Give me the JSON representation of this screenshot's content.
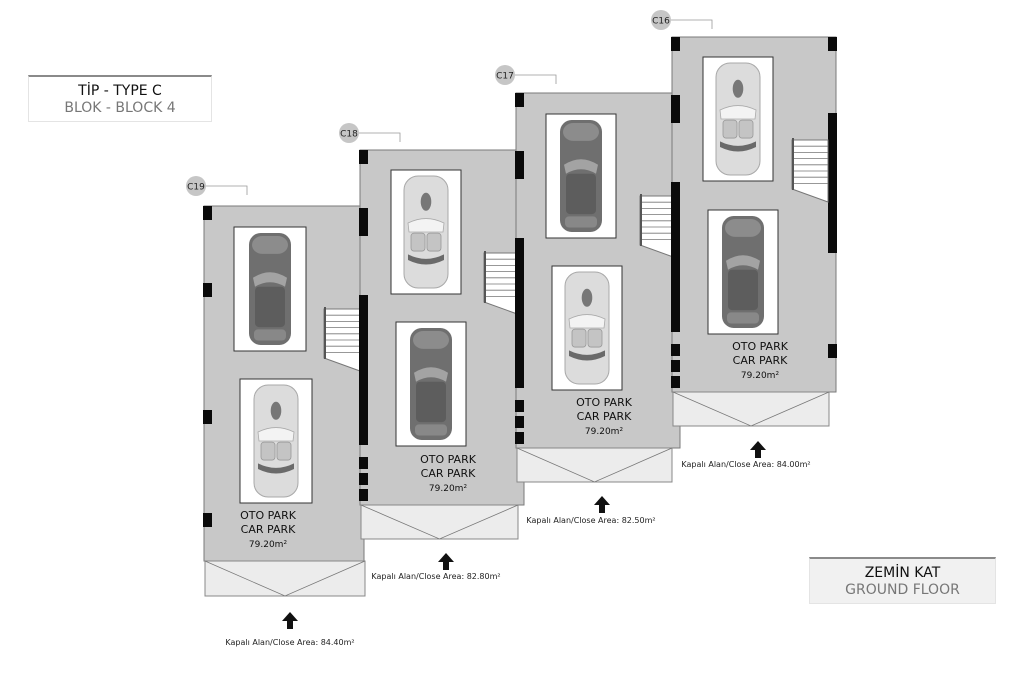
{
  "type_box": {
    "line1": "TİP - TYPE C",
    "line2": "BLOK - BLOCK 4"
  },
  "floor_box": {
    "line1": "ZEMİN KAT",
    "line2": "GROUND FLOOR"
  },
  "units": [
    {
      "id": "C19",
      "label_tr": "OTO PARK",
      "label_en": "CAR PARK",
      "area": "79.20m²",
      "close_area": "Kapalı Alan/Close Area: 84.40m²",
      "top_car": "sedan",
      "bottom_car": "convertible"
    },
    {
      "id": "C18",
      "label_tr": "OTO PARK",
      "label_en": "CAR PARK",
      "area": "79.20m²",
      "close_area": "Kapalı Alan/Close Area: 82.80m²",
      "top_car": "convertible",
      "bottom_car": "sedan"
    },
    {
      "id": "C17",
      "label_tr": "OTO PARK",
      "label_en": "CAR PARK",
      "area": "79.20m²",
      "close_area": "Kapalı Alan/Close Area: 82.50m²",
      "top_car": "sedan",
      "bottom_car": "convertible"
    },
    {
      "id": "C16",
      "label_tr": "OTO PARK",
      "label_en": "CAR PARK",
      "area": "79.20m²",
      "close_area": "Kapalı Alan/Close Area: 84.00m²",
      "top_car": "convertible",
      "bottom_car": "sedan"
    }
  ],
  "colors": {
    "floor": "#c8c8c8",
    "wall": "#0a0a0a",
    "badge": "#c6c6c6",
    "entrance": "#ececec"
  }
}
